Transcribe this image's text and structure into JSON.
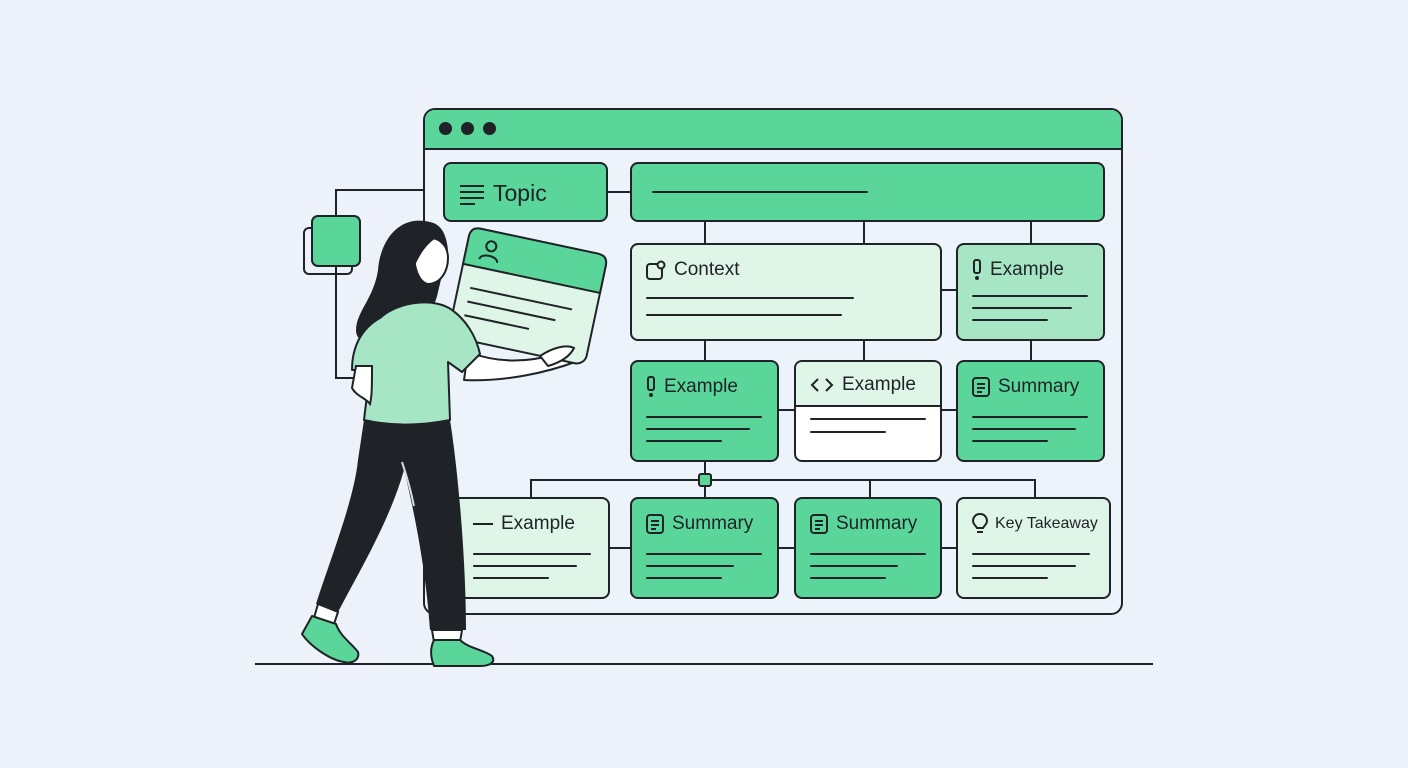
{
  "colors": {
    "accent": "#5bd69a",
    "accent_light": "#dff5e8",
    "accent_soft": "#a7e6c5",
    "ink": "#1f2328",
    "background": "#edf2fa"
  },
  "window": {
    "controls": [
      "dot-icon",
      "dot-icon",
      "dot-icon"
    ]
  },
  "topic": {
    "label": "Topic",
    "icon": "list-lines-icon"
  },
  "context": {
    "label": "Context",
    "icon": "note-icon"
  },
  "row1_right": {
    "label": "Example",
    "icon": "exclamation-icon"
  },
  "row2": [
    {
      "label": "Example",
      "icon": "exclamation-icon"
    },
    {
      "label": "Example",
      "icon": "code-icon"
    },
    {
      "label": "Summary",
      "icon": "document-icon"
    }
  ],
  "row3": [
    {
      "label": "Example",
      "icon": "dash-icon"
    },
    {
      "label": "Summary",
      "icon": "document-icon"
    },
    {
      "label": "Summary",
      "icon": "document-icon"
    },
    {
      "label": "Key Takeaway",
      "icon": "lightbulb-icon"
    }
  ],
  "held_card": {
    "icon": "user-icon"
  },
  "figure": {
    "description_icon": "person-illustration"
  }
}
